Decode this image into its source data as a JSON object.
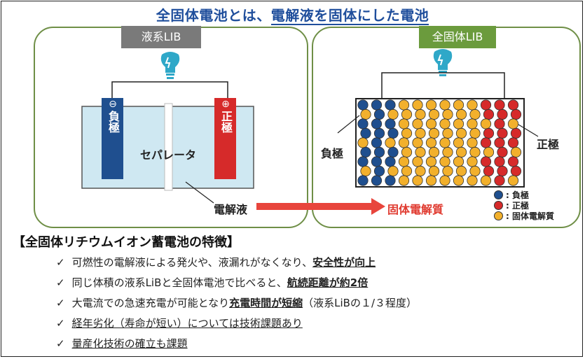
{
  "title": {
    "part1": "全固体電池とは、",
    "part2": "電解液を固体にした電池"
  },
  "left_panel": {
    "tag": "液系LIB",
    "negative_symbol": "⊖",
    "negative_label": "負極",
    "positive_symbol": "⊕",
    "positive_label": "正極",
    "separator_label": "セパレータ",
    "electrolyte_label": "電解液"
  },
  "right_panel": {
    "tag": "全固体LIB",
    "negative_label": "負極",
    "positive_label": "正極",
    "solid_electrolyte_label": "固体電解質",
    "legend": [
      {
        "color": "#1f4f8f",
        "text": ": 負極"
      },
      {
        "color": "#d62a2a",
        "text": ": 正極"
      },
      {
        "color": "#f2b02c",
        "text": ": 固体電解質"
      }
    ]
  },
  "colors": {
    "title": "#1f4e9c",
    "panel_border": "#6f8f47",
    "arrow": "#e8453c",
    "electrolyte": "#cfe8f2",
    "negative": "#1f4f8f",
    "positive": "#d62a2a",
    "solid_electrolyte": "#f2b02c",
    "bulb": "#2fa8c8"
  },
  "features": {
    "heading": "【全固体リチウムイオン蓄電池の特徴】",
    "check": "✓",
    "items": [
      {
        "plain": "可燃性の電解液による発火や、液漏れがなくなり、",
        "emph": "安全性が向上",
        "after": ""
      },
      {
        "plain": "同じ体積の液系LiBと全固体電池で比べると、",
        "emph": "航続距離が約2倍",
        "after": ""
      },
      {
        "plain": "大電流での急速充電が可能となり",
        "emph": "充電時間が短縮",
        "after": "（液系LiBの１/３程度）"
      },
      {
        "plain": "",
        "emph": "経年劣化（寿命が短い）については技術課題あり",
        "after": ""
      },
      {
        "plain": "",
        "emph": "量産化技術の確立も課題",
        "after": ""
      }
    ]
  }
}
